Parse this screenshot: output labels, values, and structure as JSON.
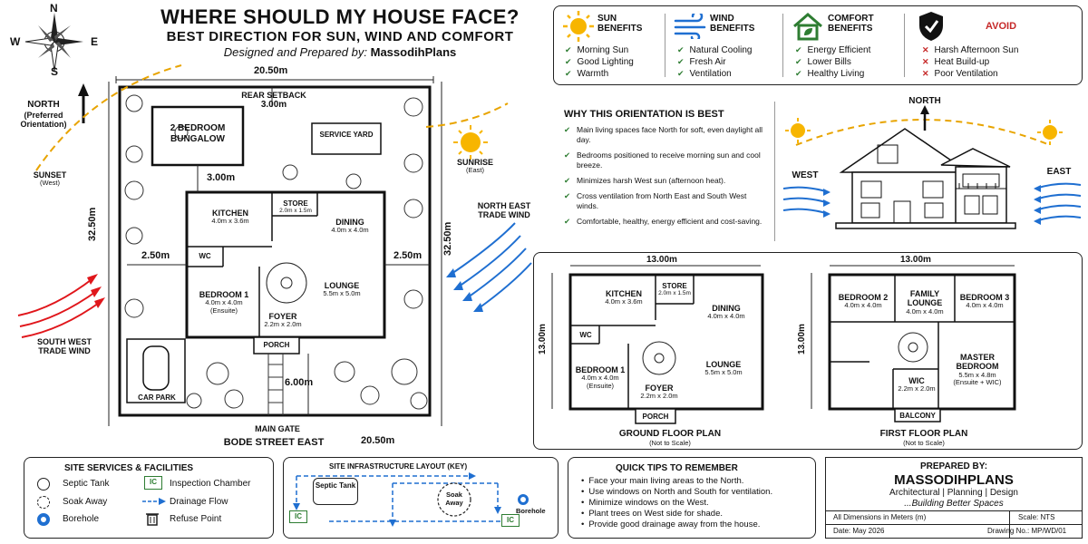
{
  "header": {
    "title": "WHERE SHOULD MY HOUSE FACE?",
    "subtitle": "BEST DIRECTION FOR SUN, WIND AND COMFORT",
    "credit_prefix": "Designed and Prepared by:",
    "credit_name": "MassodihPlans"
  },
  "compass": {
    "n": "N",
    "s": "S",
    "e": "E",
    "w": "W"
  },
  "site": {
    "width_top": "20.50m",
    "width_bottom": "20.50m",
    "depth_left": "32.50m",
    "depth_right": "32.50m",
    "rear_setback_label": "REAR SETBACK",
    "rear_setback_value": "3.00m",
    "gap_value": "3.00m",
    "left_setback": "2.50m",
    "right_setback": "2.50m",
    "front_setback": "6.00m",
    "main_gate": "MAIN GATE",
    "street": "BODE STREET EAST",
    "bungalow": "2 BEDROOM BUNGALOW",
    "service_yard": "SERVICE YARD",
    "car_park": "CAR PARK",
    "north_label": "NORTH",
    "north_sub": "(Preferred Orientation)",
    "sunset": "SUNSET",
    "sunset_sub": "(West)",
    "sunrise": "SUNRISE",
    "sunrise_sub": "(East)",
    "ne_wind": "NORTH EAST TRADE WIND",
    "sw_wind": "SOUTH WEST TRADE WIND"
  },
  "rooms": {
    "kitchen": "KITCHEN",
    "kitchen_dim": "4.0m x 3.6m",
    "store": "STORE",
    "store_dim": "2.0m x 1.5m",
    "dining": "DINING",
    "dining_dim": "4.0m x 4.0m",
    "wc": "WC",
    "bed1": "BEDROOM 1",
    "bed1_dim": "4.0m x 4.0m",
    "bed1_note": "(Ensuite)",
    "lounge": "LOUNGE",
    "lounge_dim": "5.5m x 5.0m",
    "foyer": "FOYER",
    "foyer_dim": "2.2m x 2.0m",
    "porch": "PORCH",
    "bed2": "BEDROOM 2",
    "bed2_dim": "4.0m x 4.0m",
    "family": "FAMILY LOUNGE",
    "family_dim": "4.0m x 4.0m",
    "bed3": "BEDROOM 3",
    "bed3_dim": "4.0m x 4.0m",
    "master": "MASTER BEDROOM",
    "master_dim": "5.5m x 4.8m",
    "master_note": "(Ensuite + WIC)",
    "wic": "WIC",
    "wic_dim": "2.2m x 2.0m",
    "balcony": "BALCONY"
  },
  "benefits": [
    {
      "head": "SUN BENEFITS",
      "items": [
        "Morning Sun",
        "Good Lighting",
        "Warmth"
      ]
    },
    {
      "head": "WIND BENEFITS",
      "items": [
        "Natural Cooling",
        "Fresh Air",
        "Ventilation"
      ]
    },
    {
      "head": "COMFORT BENEFITS",
      "items": [
        "Energy Efficient",
        "Lower Bills",
        "Healthy Living"
      ]
    },
    {
      "head": "AVOID",
      "items": [
        "Harsh Afternoon Sun",
        "Heat Build-up",
        "Poor Ventilation"
      ]
    }
  ],
  "why": {
    "title": "WHY THIS ORIENTATION IS BEST",
    "items": [
      "Main living spaces face North for soft, even daylight all day.",
      "Bedrooms positioned to receive morning sun and cool breeze.",
      "Minimizes harsh West sun (afternoon heat).",
      "Cross ventilation from North East and South West winds.",
      "Comfortable, healthy, energy efficient and cost-saving."
    ]
  },
  "elevation": {
    "north": "NORTH",
    "west": "WEST",
    "east": "EAST"
  },
  "plans": {
    "width": "13.00m",
    "height": "13.00m",
    "ground_title": "GROUND FLOOR PLAN",
    "first_title": "FIRST FLOOR PLAN",
    "scale_note": "(Not to Scale)"
  },
  "services": {
    "title": "SITE SERVICES & FACILITIES",
    "septic": "Septic Tank",
    "inspection": "Inspection Chamber",
    "soak": "Soak Away",
    "drainage": "Drainage Flow",
    "borehole": "Borehole",
    "refuse": "Refuse Point",
    "ic": "IC"
  },
  "infra": {
    "title": "SITE INFRASTRUCTURE LAYOUT (KEY)",
    "septic": "Septic Tank",
    "soak": "Soak Away",
    "borehole": "Borehole",
    "ic": "IC"
  },
  "tips": {
    "title": "QUICK TIPS TO REMEMBER",
    "items": [
      "Face your main living areas to the North.",
      "Use windows on North and South for ventilation.",
      "Minimize windows on the West.",
      "Plant trees on West side for shade.",
      "Provide good drainage away from the house."
    ]
  },
  "prepared": {
    "label": "PREPARED BY:",
    "name": "MASSODIHPLANS",
    "services": "Architectural | Planning | Design",
    "tagline": "...Building Better Spaces",
    "units": "All Dimensions in Meters (m)",
    "scale": "Scale: NTS",
    "date": "Date: May 2026",
    "drawing": "Drawing No.: MP/WD/01"
  },
  "colors": {
    "accent_green": "#2e7d32",
    "avoid_red": "#c62828",
    "wind_blue": "#1f6fd1",
    "sun": "#f7b500",
    "sw_red": "#e0161b"
  }
}
